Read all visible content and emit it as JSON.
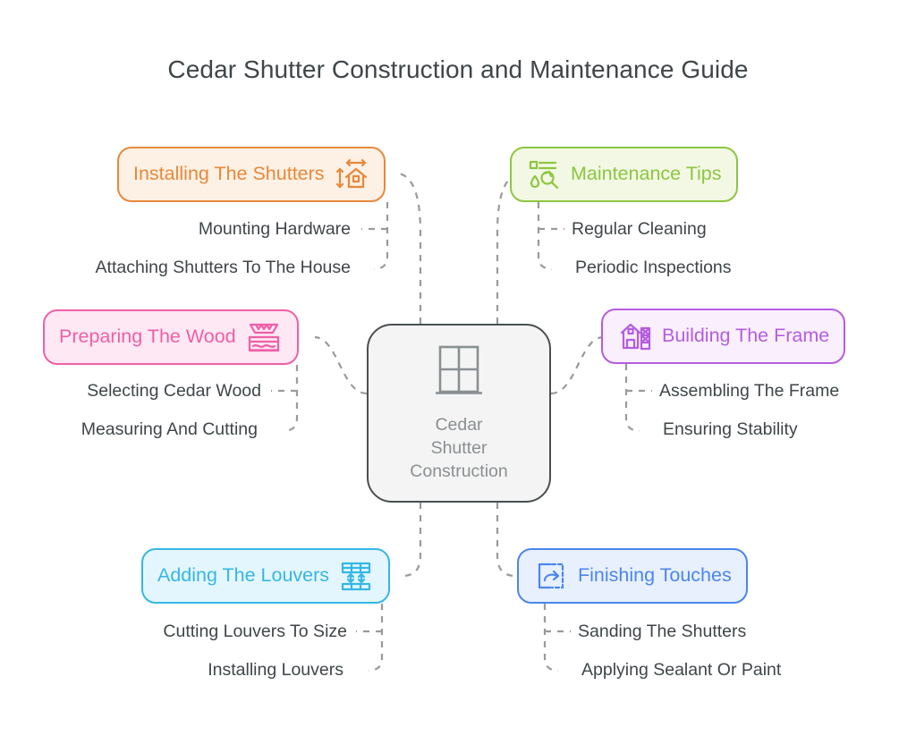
{
  "title": "Cedar Shutter Construction and Maintenance Guide",
  "central": {
    "label": "Cedar\nShutter\nConstruction",
    "icon": "window-icon",
    "border_color": "#4a4f52",
    "fill_color": "#f4f4f4",
    "text_color": "#8a8f92"
  },
  "branches": [
    {
      "id": "installing",
      "label": "Installing The Shutters",
      "icon": "house-dimensions-icon",
      "icon_side": "right",
      "color": "#e8883a",
      "fill": "#fdf0e4",
      "leaves": [
        {
          "label": "Mounting Hardware"
        },
        {
          "label": "Attaching Shutters To The House"
        }
      ]
    },
    {
      "id": "maintenance",
      "label": "Maintenance Tips",
      "icon": "maintenance-wrench-icon",
      "icon_side": "left",
      "color": "#8dc63f",
      "fill": "#f2f8e4",
      "leaves": [
        {
          "label": "Regular Cleaning"
        },
        {
          "label": "Periodic Inspections"
        }
      ]
    },
    {
      "id": "preparing",
      "label": "Preparing The Wood",
      "icon": "wood-plank-saw-icon",
      "icon_side": "right",
      "color": "#ef5fa7",
      "fill": "#fde8f3",
      "leaves": [
        {
          "label": "Selecting Cedar Wood"
        },
        {
          "label": "Measuring And Cutting"
        }
      ]
    },
    {
      "id": "building",
      "label": "Building The Frame",
      "icon": "house-scaffolding-icon",
      "icon_side": "left",
      "color": "#b55ce0",
      "fill": "#faeffd",
      "leaves": [
        {
          "label": "Assembling The Frame"
        },
        {
          "label": "Ensuring Stability"
        }
      ]
    },
    {
      "id": "louvers",
      "label": "Adding The Louvers",
      "icon": "louver-slats-icon",
      "icon_side": "right",
      "color": "#34b7e6",
      "fill": "#e4f6fd",
      "leaves": [
        {
          "label": "Cutting Louvers To Size"
        },
        {
          "label": "Installing Louvers"
        }
      ]
    },
    {
      "id": "finishing",
      "label": "Finishing Touches",
      "icon": "flip-transform-icon",
      "icon_side": "left",
      "color": "#4a86ee",
      "fill": "#e8f0fd",
      "leaves": [
        {
          "label": "Sanding The Shutters"
        },
        {
          "label": "Applying Sealant Or Paint"
        }
      ]
    }
  ],
  "connector_color": "#9a9a9a",
  "leaf_text_color": "#3f4548"
}
